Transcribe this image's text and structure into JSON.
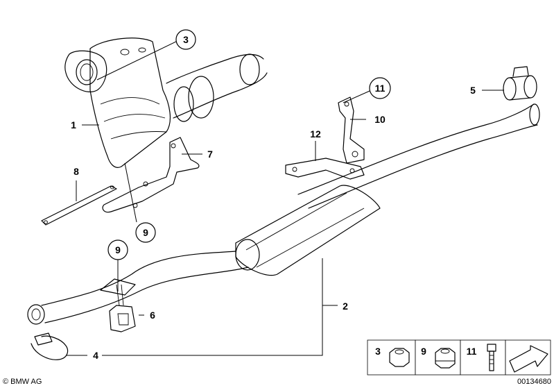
{
  "callouts": {
    "c1": "1",
    "c2": "2",
    "c3": "3",
    "c4": "4",
    "c5": "5",
    "c6": "6",
    "c7": "7",
    "c8": "8",
    "c9a": "9",
    "c9b": "9",
    "c10": "10",
    "c11": "11",
    "c12": "12"
  },
  "legend": {
    "item_3": "3",
    "item_9": "9",
    "item_11": "11"
  },
  "footer": {
    "copyright": "© BMW AG",
    "diagram_id": "00134680"
  }
}
